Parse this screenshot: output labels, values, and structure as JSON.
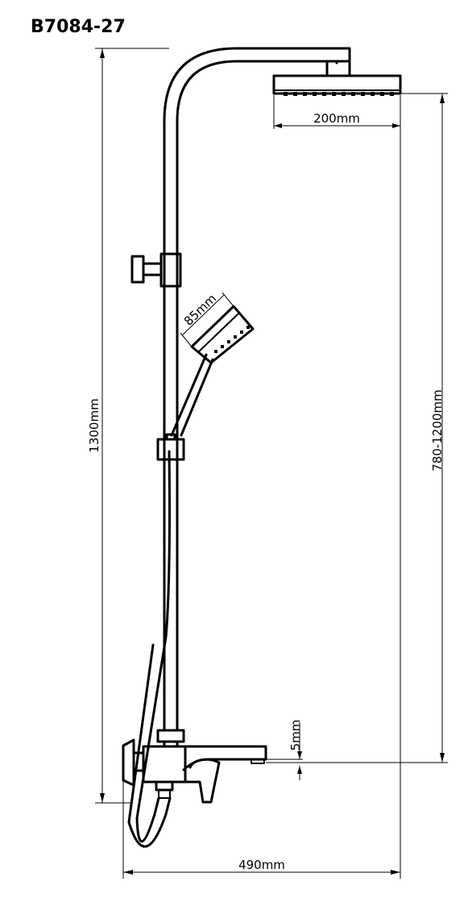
{
  "drawing": {
    "model": "B7084-27",
    "dimensions": {
      "total_height": "1300mm",
      "adjustable_height": "780-1200mm",
      "head_width": "200mm",
      "hand_shower_width": "85mm",
      "spout_offset": "5mm",
      "total_width": "490mm"
    }
  }
}
